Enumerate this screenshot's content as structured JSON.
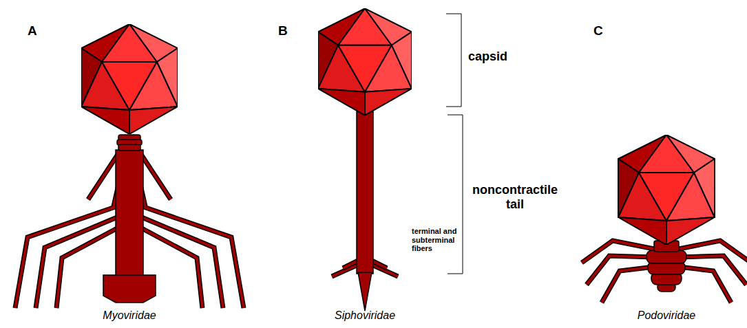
{
  "diagram": {
    "labels": [
      "A",
      "B",
      "C",
      "capsid",
      "noncontractile tail",
      "terminal and subterminal fibers",
      "Myoviridae",
      "Siphoviridae",
      "Podoviridae"
    ]
  }
}
